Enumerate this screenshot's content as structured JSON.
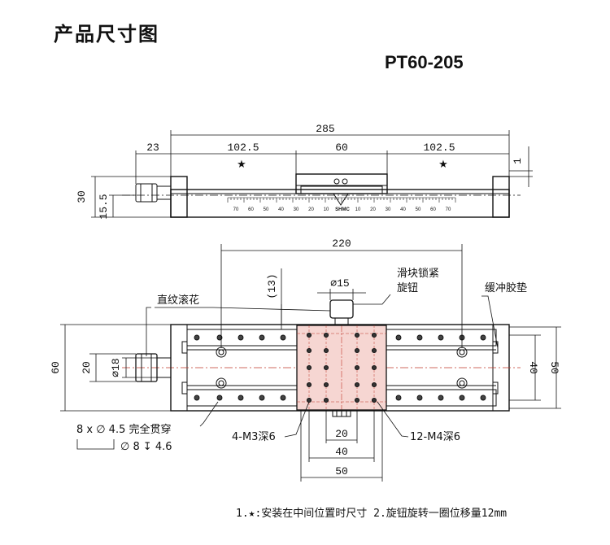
{
  "header": {
    "title": "产品尺寸图",
    "model": "PT60-205"
  },
  "side_view": {
    "dim_overall": "285",
    "dim_knob": "23",
    "dim_left": "102.5",
    "dim_mid": "60",
    "dim_right": "102.5",
    "dim_gap": "1",
    "dim_height": "30",
    "dim_center": "15.5",
    "star": "★",
    "scale_left": [
      "70",
      "60",
      "50",
      "40",
      "30",
      "20",
      "10"
    ],
    "scale_brand": "SHMC",
    "scale_right": [
      "10",
      "20",
      "30",
      "40",
      "50",
      "60",
      "70"
    ]
  },
  "top_view": {
    "dim_220": "220",
    "dim_13": "(13)",
    "dim_d15": "∅15",
    "dim_60": "60",
    "dim_20": "20",
    "dim_d18": "∅18",
    "dim_40": "40",
    "dim_50": "50",
    "dim_b20": "20",
    "dim_b40": "40",
    "dim_b50": "50",
    "label_knurl": "直纹滚花",
    "label_lock_1": "滑块锁紧",
    "label_lock_2": "旋钮",
    "label_buffer": "缓冲胶垫",
    "label_holes_1": "8 x ∅ 4.5 完全贯穿",
    "label_holes_2": "∅ 8 ↧ 4.6",
    "label_m3": "4-M3深6",
    "label_m4": "12-M4深6"
  },
  "footnote": "1.★:安装在中间位置时尺寸 2.旋钮旋转一圈位移量12mm"
}
